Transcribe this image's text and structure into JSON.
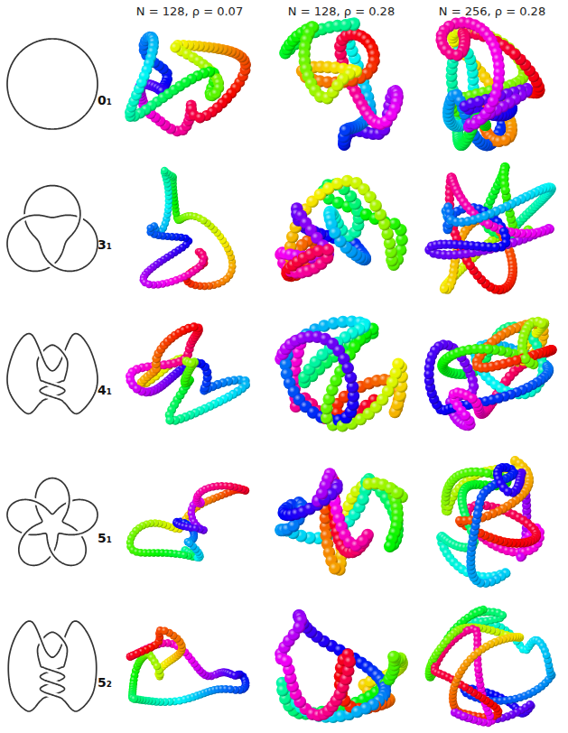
{
  "diagram": {
    "labels": [
      "N = 128, ρ = 0.07",
      "N = 128, ρ = 0.28",
      "N = 256, ρ = 0.28",
      "0₁",
      "3₁",
      "4₁",
      "5₁",
      "5₂"
    ]
  }
}
